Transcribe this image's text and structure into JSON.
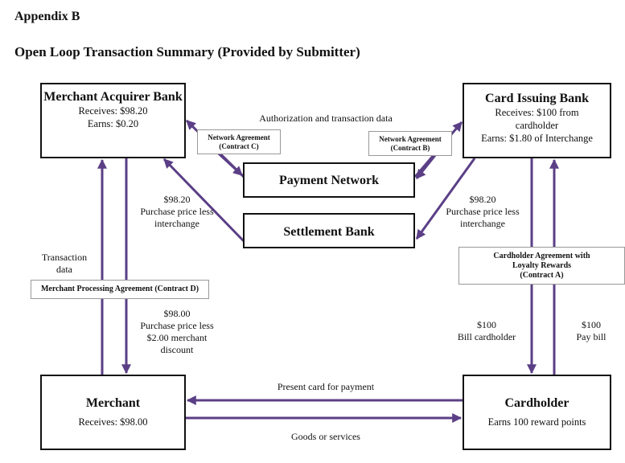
{
  "heading": "Appendix B",
  "subheading": "Open Loop Transaction Summary (Provided by Submitter)",
  "boxes": {
    "acquirer": {
      "title": "Merchant Acquirer Bank",
      "lines": [
        "Receives: $98.20",
        "Earns: $0.20"
      ]
    },
    "issuer": {
      "title": "Card Issuing Bank",
      "lines": [
        "Receives: $100 from cardholder",
        "Earns: $1.80 of Interchange"
      ]
    },
    "payment_network": {
      "title": "Payment Network"
    },
    "settlement_bank": {
      "title": "Settlement Bank"
    },
    "merchant": {
      "title": "Merchant",
      "lines": [
        "Receives: $98.00"
      ]
    },
    "cardholder": {
      "title": "Cardholder",
      "lines": [
        "Earns 100 reward points"
      ]
    }
  },
  "agreements": {
    "contract_c": [
      "Network Agreement",
      "(Contract C)"
    ],
    "contract_b": [
      "Network Agreement",
      "(Contract B)"
    ],
    "contract_a": [
      "Cardholder Agreement with",
      "Loyalty Rewards",
      "(Contract A)"
    ],
    "contract_d": "Merchant Processing Agreement (Contract D)"
  },
  "labels": {
    "authorization": "Authorization and transaction data",
    "acquirer_amount": [
      "$98.20",
      "Purchase price less",
      "interchange"
    ],
    "issuer_amount": [
      "$98.20",
      "Purchase price less",
      "interchange"
    ],
    "transaction_data": [
      "Transaction",
      "data"
    ],
    "merchant_amount": [
      "$98.00",
      "Purchase price less",
      "$2.00 merchant",
      "discount"
    ],
    "bill_cardholder": [
      "$100",
      "Bill cardholder"
    ],
    "pay_bill": [
      "$100",
      "Pay bill"
    ],
    "present_card": "Present card for payment",
    "goods": "Goods or services"
  },
  "colors": {
    "arrow": "#5b3f86",
    "border": "#111111"
  }
}
